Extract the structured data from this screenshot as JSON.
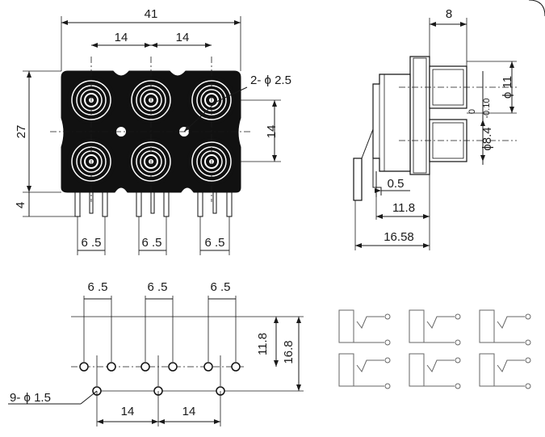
{
  "front_view": {
    "width_total": "41",
    "pitch_left": "14",
    "pitch_right": "14",
    "height": "27",
    "row_pitch": "14",
    "lower_offset": "4",
    "mount_hole_callout": "2- ϕ 2.5",
    "pin_spacing": [
      "6 .5",
      "6 .5",
      "6 .5"
    ]
  },
  "side_view": {
    "top_width": "8",
    "outer_dia": "ϕ 11",
    "inner_dia_base": "ϕ8.4",
    "inner_dia_tol_upper": "0",
    "inner_dia_tol_lower": "-0.10",
    "plate_thickness": "0.5",
    "depth_mid": "11.8",
    "depth_total": "16.58"
  },
  "pcb_layout": {
    "pin_spacing": [
      "6 .5",
      "6 .5",
      "6 .5"
    ],
    "row_offset_small": "11.8",
    "row_offset_large": "16.8",
    "hole_callout": "9- ϕ 1.5",
    "pitch_left": "14",
    "pitch_right": "14"
  },
  "schematic": {
    "count": 6
  },
  "colors": {
    "ink": "#1a1a1a",
    "body": "#111111",
    "paper": "#ffffff"
  }
}
